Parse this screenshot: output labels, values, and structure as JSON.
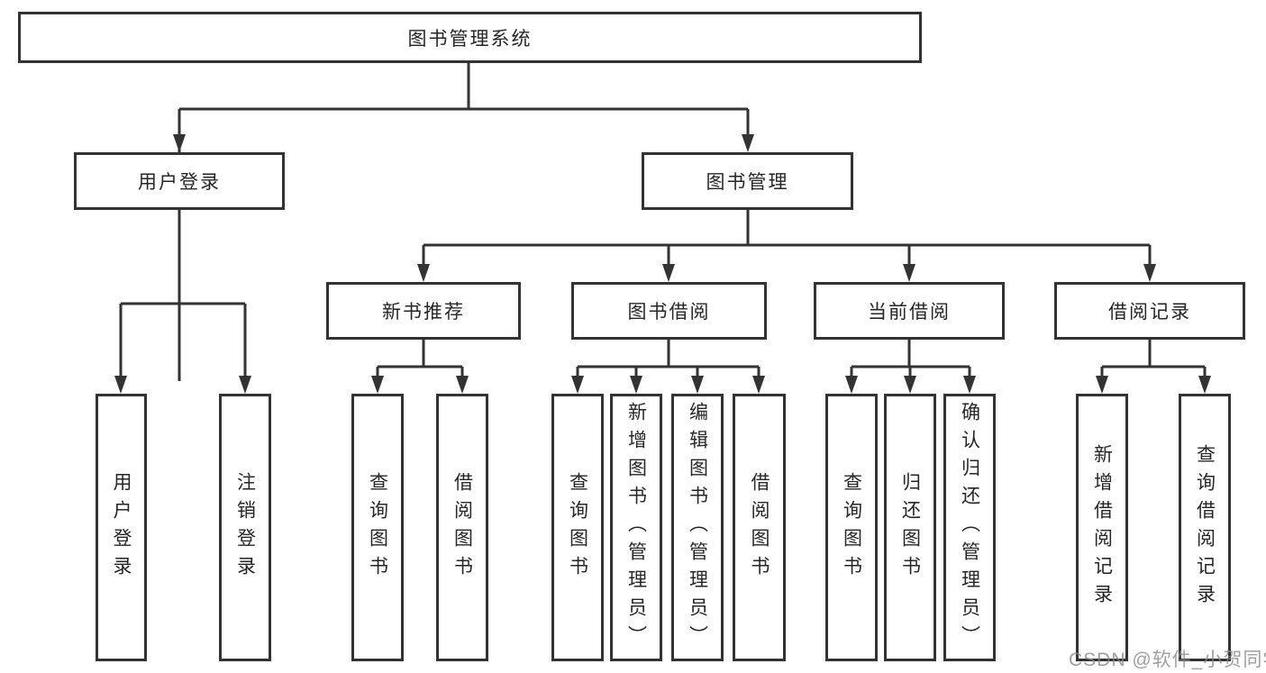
{
  "diagram_title": "图书管理系统",
  "colors": {
    "line": "#333333",
    "box_border": "#333333",
    "box_fill": "#ffffff",
    "text": "#262626",
    "watermark": "#878787"
  },
  "tree": {
    "label": "图书管理系统",
    "children": [
      {
        "label": "用户登录",
        "children": [
          {
            "label": "用户登录"
          },
          {
            "label": "注销登录"
          }
        ]
      },
      {
        "label": "图书管理",
        "children": [
          {
            "label": "新书推荐",
            "children": [
              {
                "label": "查询图书"
              },
              {
                "label": "借阅图书"
              }
            ]
          },
          {
            "label": "图书借阅",
            "children": [
              {
                "label": "查询图书"
              },
              {
                "label": "新增图书（管理员）"
              },
              {
                "label": "编辑图书（管理员）"
              },
              {
                "label": "借阅图书"
              }
            ]
          },
          {
            "label": "当前借阅",
            "children": [
              {
                "label": "查询图书"
              },
              {
                "label": "归还图书"
              },
              {
                "label": "确认归还（管理员）"
              }
            ]
          },
          {
            "label": "借阅记录",
            "children": [
              {
                "label": "新增借阅记录"
              },
              {
                "label": "查询借阅记录"
              }
            ]
          }
        ]
      }
    ]
  },
  "watermark": {
    "text": "CSDN @软件_小贺同学"
  }
}
